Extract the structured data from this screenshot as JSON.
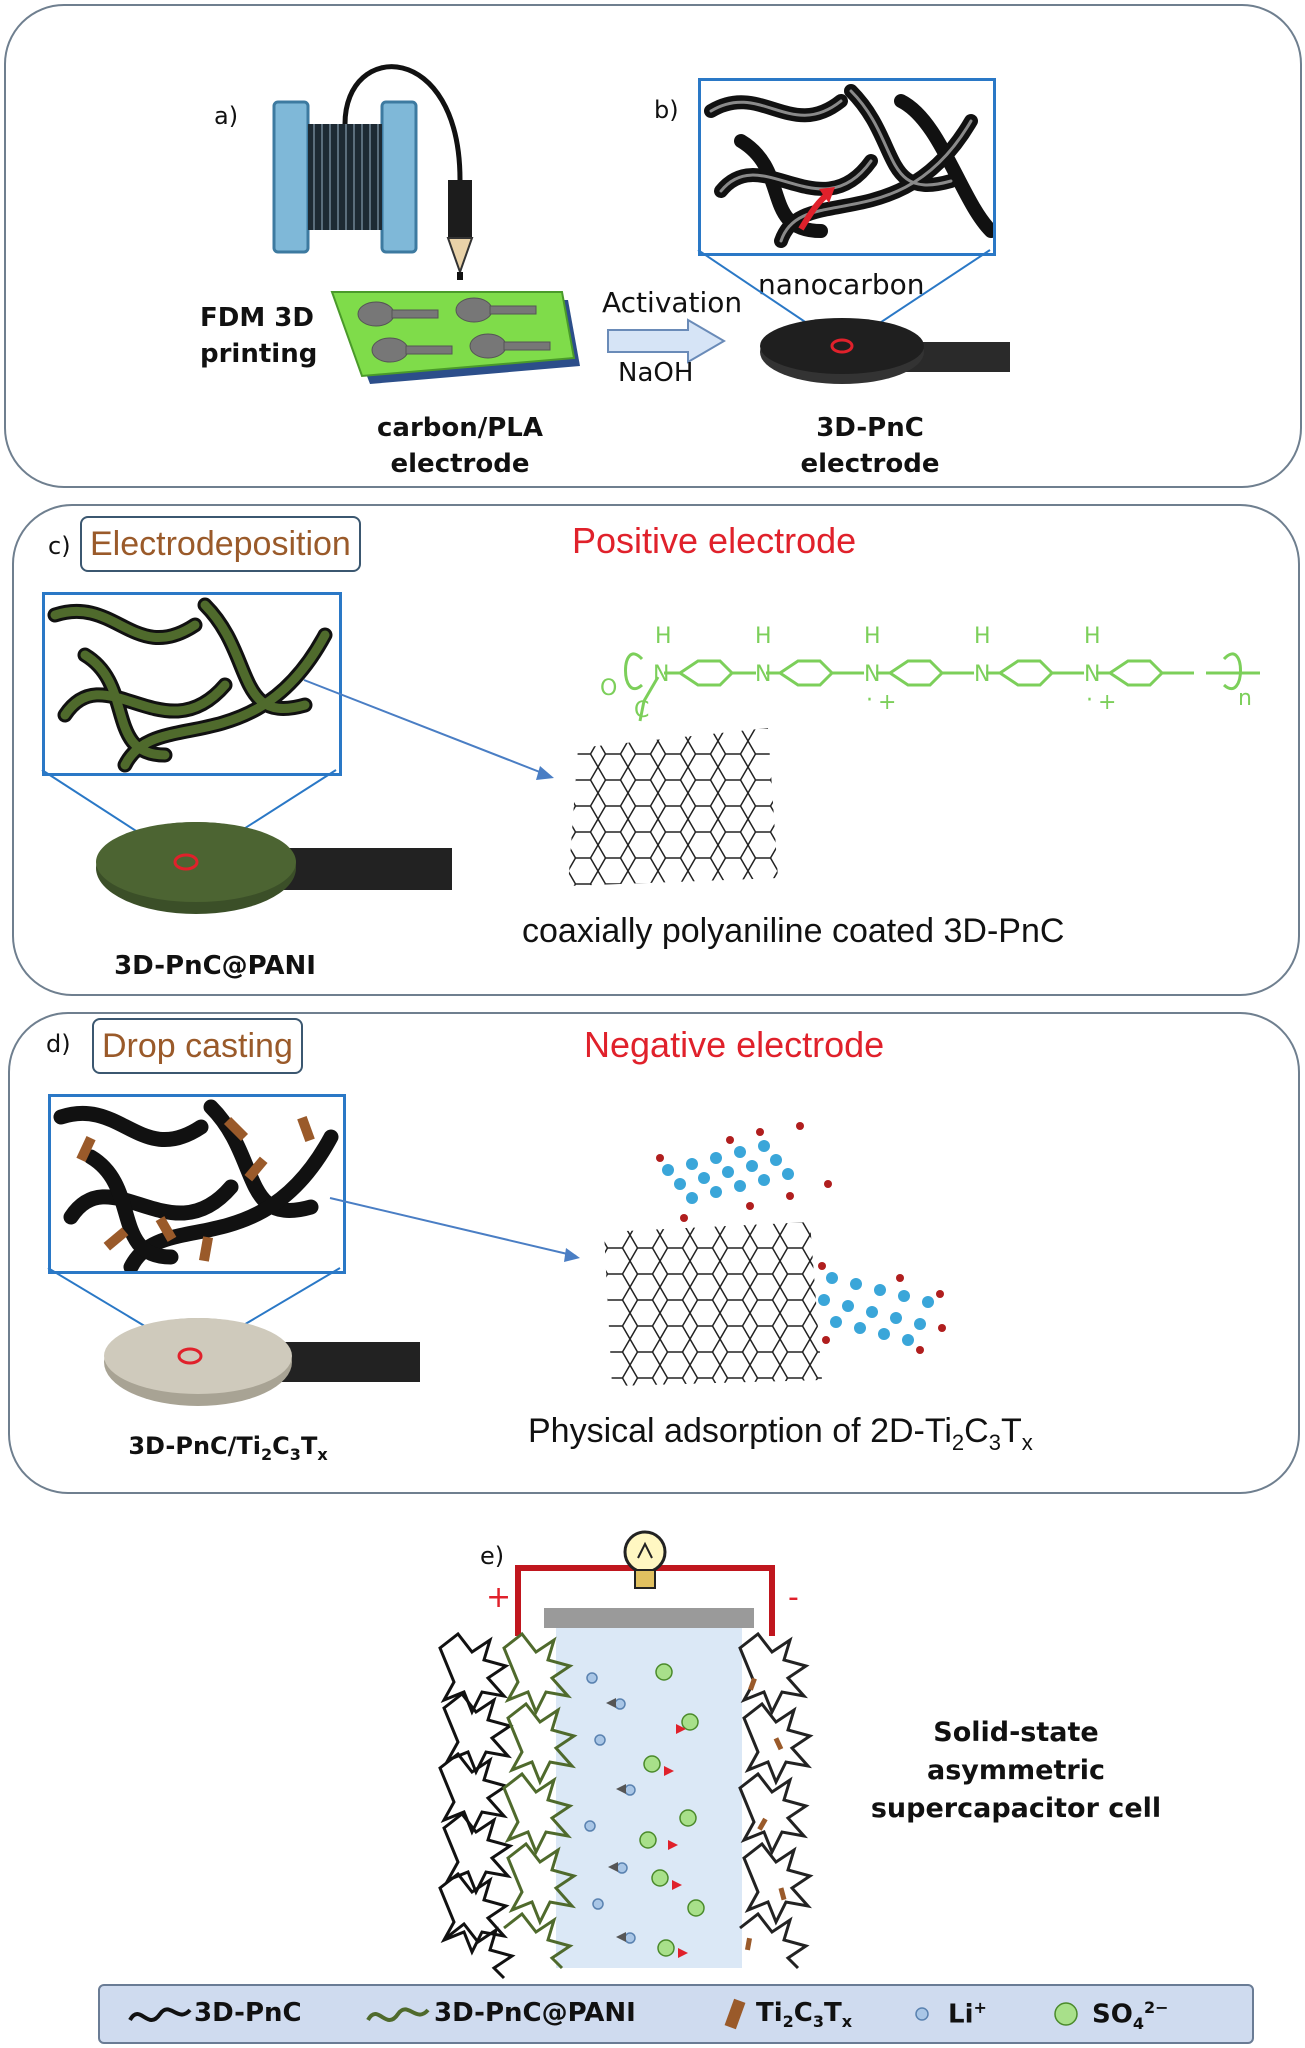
{
  "panel_a": {
    "label_a": "a)",
    "label_b": "b)",
    "fdm_line1": "FDM 3D",
    "fdm_line2": "printing",
    "activation": "Activation",
    "naoh": "NaOH",
    "nanocarbon": "nanocarbon",
    "carbon_pla_line1": "carbon/PLA",
    "carbon_pla_line2": "electrode",
    "pnc_line1": "3D-PnC",
    "pnc_line2": "electrode"
  },
  "panel_c": {
    "label": "c)",
    "method": "Electrodeposition",
    "title": "Positive electrode",
    "caption": "3D-PnC@PANI",
    "description": "coaxially polyaniline coated 3D-PnC",
    "chem": {
      "h": "H",
      "n": "N",
      "o": "O",
      "c": "C",
      "plus": "+",
      "dot": "·",
      "sub_n": "n"
    }
  },
  "panel_d": {
    "label": "d)",
    "method": "Drop casting",
    "title": "Negative electrode",
    "caption_main": "3D-PnC/Ti",
    "caption_sub1": "2",
    "caption_c": "C",
    "caption_sub2": "3",
    "caption_t": "T",
    "caption_sub3": "x",
    "description_main": "Physical adsorption of 2D-Ti",
    "description_sub1": "2",
    "description_c": "C",
    "description_sub2": "3",
    "description_t": "T",
    "description_sub3": "x"
  },
  "panel_e": {
    "label": "e)",
    "plus": "+",
    "minus": "-",
    "cell_line1": "Solid-state asymmetric",
    "cell_line2": "supercapacitor cell"
  },
  "legend": {
    "pnc": "3D-PnC",
    "pani": "3D-PnC@PANI",
    "mxene_main": "Ti",
    "mxene_sub1": "2",
    "mxene_c": "C",
    "mxene_sub2": "3",
    "mxene_t": "T",
    "mxene_sub3": "x",
    "li": "Li",
    "li_sup": "+",
    "so4": "SO",
    "so4_sub": "4",
    "so4_sup": "2−"
  },
  "colors": {
    "frame": "#6f7f8f",
    "zoom_border": "#2a78c6",
    "red_title": "#e0212b",
    "method_text": "#9a5a2a",
    "pani_green": "#7ccf5a",
    "plate_green": "#7fdc4a",
    "legend_bg": "#cfdbef"
  }
}
